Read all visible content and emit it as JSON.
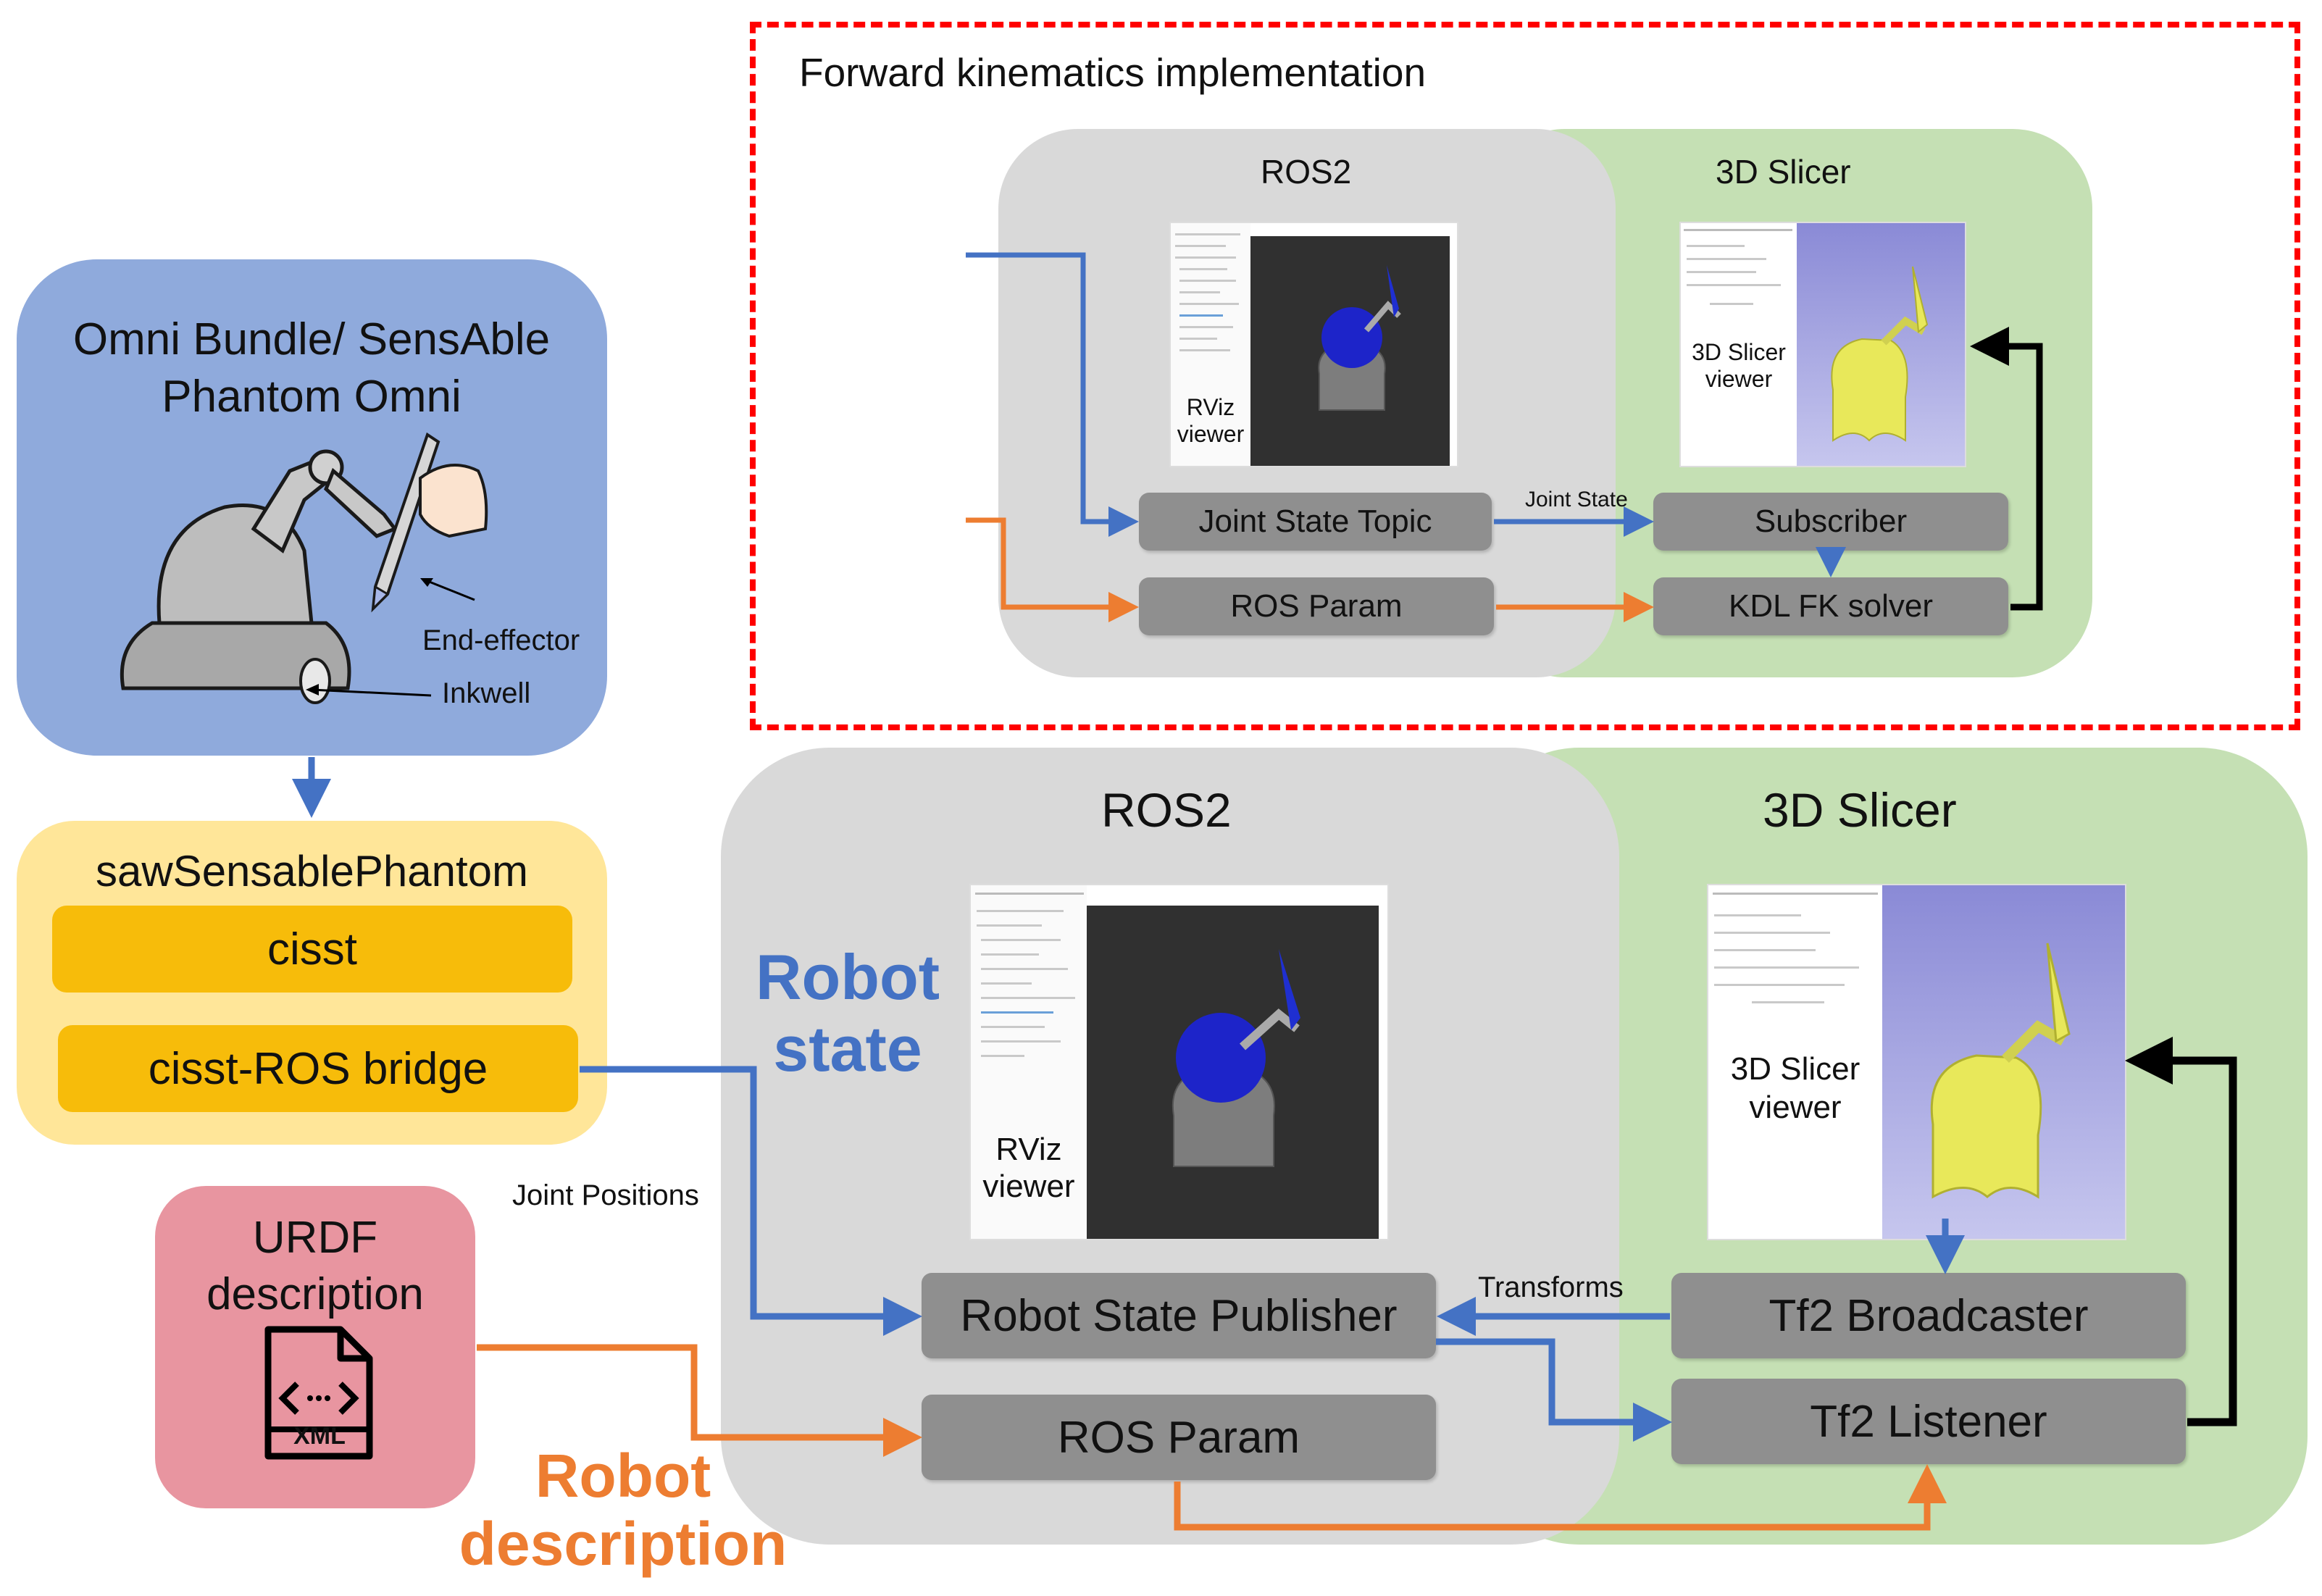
{
  "fk_section": {
    "title": "Forward kinematics implementation",
    "ros2_label": "ROS2",
    "slicer_label": "3D Slicer",
    "rviz_viewer_label": "RViz\nviewer",
    "slicer_viewer_label": "3D Slicer\nviewer",
    "joint_state_topic": "Joint State Topic",
    "ros_param": "ROS Param",
    "subscriber": "Subscriber",
    "kdl_fk_solver": "KDL FK solver",
    "joint_state_edge": "Joint State"
  },
  "omni": {
    "title": "Omni Bundle/ SensAble Phantom Omni",
    "end_effector": "End-effector",
    "inkwell": "Inkwell"
  },
  "saw": {
    "title": "sawSensablePhantom",
    "cisst": "cisst",
    "bridge": "cisst-ROS bridge"
  },
  "urdf": {
    "title": "URDF description",
    "file_tag": "XML"
  },
  "main": {
    "ros2_label": "ROS2",
    "slicer_label": "3D Slicer",
    "robot_state_label": "Robot state",
    "robot_description_label": "Robot description",
    "rviz_viewer_label": "RViz\nviewer",
    "slicer_viewer_label": "3D Slicer\nviewer",
    "robot_state_publisher": "Robot State Publisher",
    "ros_param": "ROS Param",
    "tf2_broadcaster": "Tf2 Broadcaster",
    "tf2_listener": "Tf2 Listener",
    "joint_positions_edge": "Joint Positions",
    "transforms_edge": "Transforms"
  },
  "colors": {
    "blue_arrow": "#4472c4",
    "orange_arrow": "#ed7d31",
    "black_arrow": "#000000",
    "dashed_border": "#ff0000",
    "ros2_panel": "#d9d9d9",
    "slicer_panel": "#c5e0b4",
    "omni_panel": "#8faadc",
    "saw_panel": "#ffe699",
    "urdf_panel": "#e895a0",
    "robot_state_text": "#4472c4",
    "robot_description_text": "#ed7d31"
  }
}
